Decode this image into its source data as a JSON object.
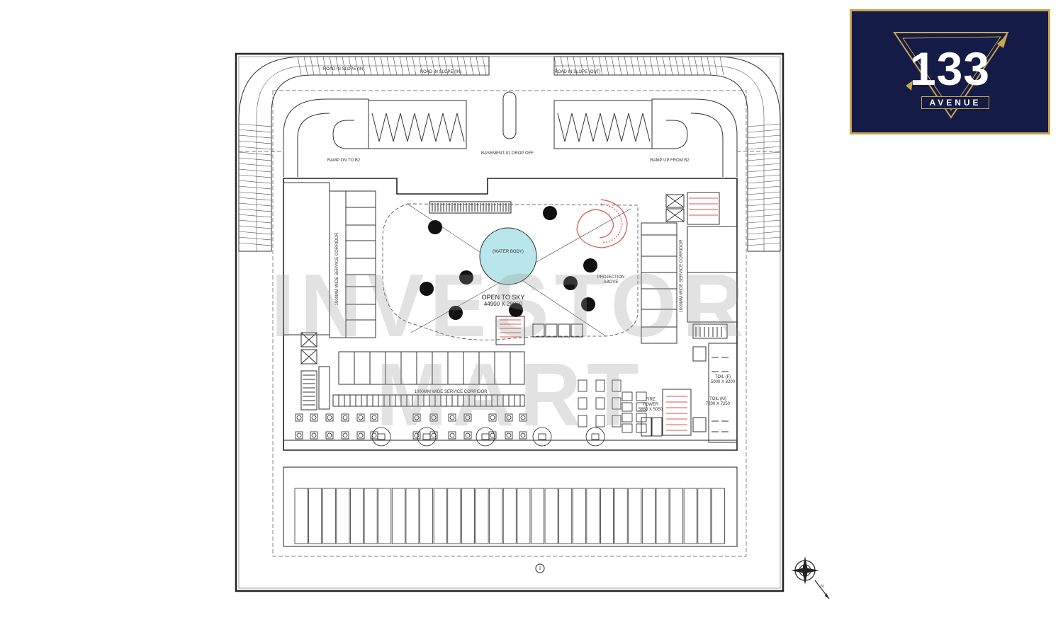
{
  "brand": {
    "logo_number": "133",
    "logo_word": "AVENUE",
    "colors": {
      "navy": "#141b47",
      "gold": "#c9a54f"
    }
  },
  "watermark": "INVESTOR MART",
  "plan": {
    "road_labels": [
      "ROAD IN SLOPE (IN)",
      "ROAD IN SLOPE (IN)",
      "ROAD IN SLOPE (OUT)"
    ],
    "ramp_labels": [
      "RAMP DN TO B2",
      "RAMP UP FROM B2"
    ],
    "drop_off": "BASEMENT-01 DROP OFF",
    "water_body": "(WATER BODY)",
    "open_to_sky": "OPEN TO SKY",
    "open_to_sky_dims": "44900 X 29050",
    "projection": [
      "PROJECTION",
      "ABOVE"
    ],
    "corridor_left": "1000MM WIDE SERVICE CORRIDOR",
    "corridor_right": "1000MM WIDE SERVICE CORRIDOR",
    "corridor_bottom": "1000MM WIDE SERVICE CORRIDOR",
    "fire_tower": [
      "FIRE",
      "TOWER",
      "5850 X 5050"
    ],
    "toilet_f": [
      "TOIL (F)",
      "5000 X 8200"
    ],
    "toilet_m": [
      "TOIL (M)",
      "7200 X 7250"
    ],
    "north": "N",
    "colors": {
      "water": "#b9e6ea",
      "stair_red": "#d9534f",
      "line": "#222222"
    }
  }
}
